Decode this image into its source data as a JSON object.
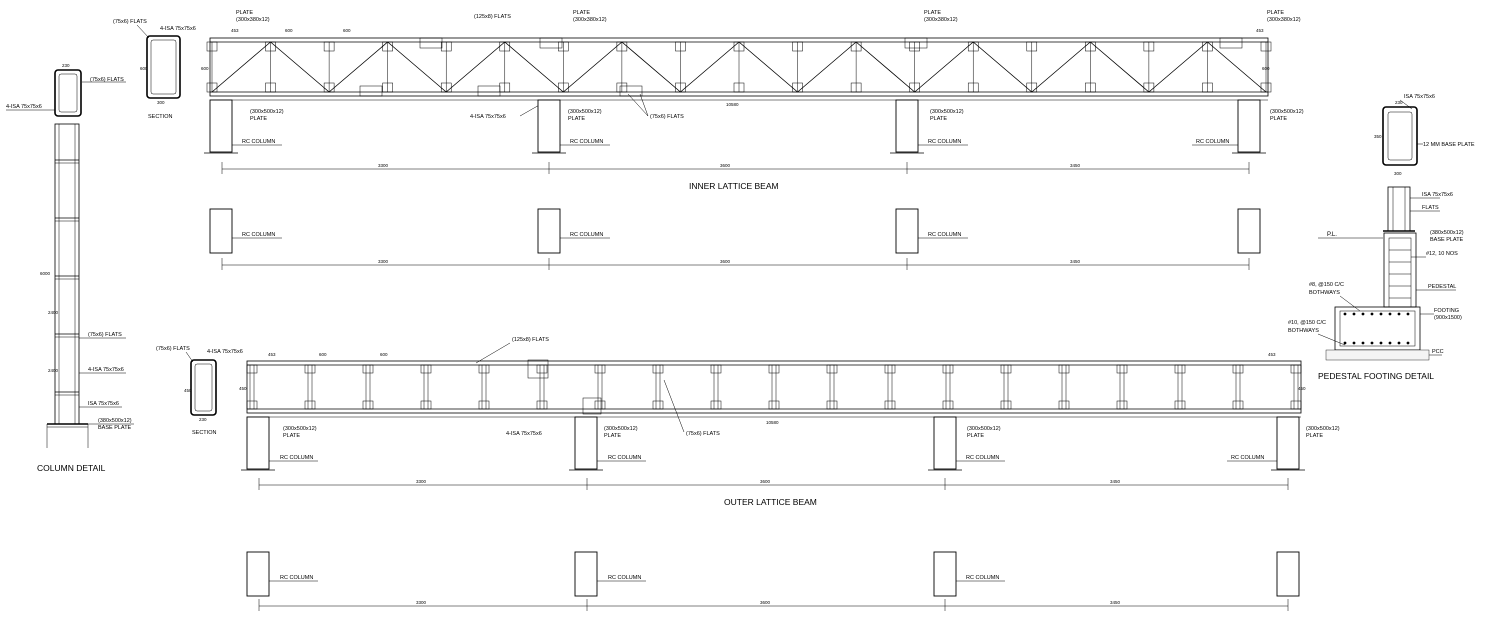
{
  "labels": {
    "inner_title": "INNER LATTICE BEAM",
    "outer_title": "OUTER LATTICE BEAM",
    "column_title": "COLUMN DETAIL",
    "pedestal_title": "PEDESTAL FOOTING DETAIL",
    "section": "SECTION",
    "rc_column": "RC COLUMN",
    "plate": "PLATE",
    "plate_300x380": "(300x380x12)",
    "plate_300x500": "(300x500x12)",
    "flats_75": "(75x6) FLATS",
    "flats_125": "(125x8) FLATS",
    "isa_4": "4-ISA 75x75x6",
    "isa_1": "ISA 75x75x6",
    "base_plate_380": "(380x500x12)",
    "base_plate": "BASE PLATE",
    "base_plate_12": "12 MM BASE PLATE",
    "flats": "FLATS",
    "pl": "P.L.",
    "bars": "#12, 10 NOS",
    "pedestal": "PEDESTAL",
    "stirrups": "#8, @150 C/C",
    "bothways": "BOTHWAYS",
    "footing": "FOOTING",
    "footing_size": "(900x1500)",
    "mesh": "#10, @150 C/C",
    "pcc": "PCC"
  },
  "dims": {
    "d453": "453",
    "d600": "600",
    "span": "10580",
    "d3300": "3300",
    "d3600": "3600",
    "d3450": "3450",
    "col_h": "6000",
    "d2400": "2400",
    "d230": "230",
    "d300": "300",
    "d350": "350",
    "d450": "450"
  },
  "colors": {
    "line": "#000000",
    "background": "#ffffff"
  }
}
